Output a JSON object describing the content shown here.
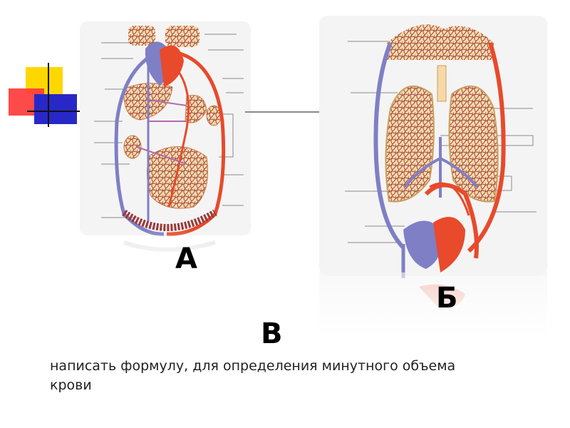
{
  "labels": {
    "figure_a": "А",
    "figure_b": "Б",
    "section_v": "В"
  },
  "task_text": "написать формулу, для определения минутного объема крови",
  "colors": {
    "arterial": "#e84a2b",
    "venous": "#7f7fc6",
    "tissue": "#f6d9a8",
    "capillary": "#9a3b3b",
    "deco_yellow": "#ffd700",
    "deco_red": "#ff3b3b",
    "deco_blue": "#2828c8"
  }
}
